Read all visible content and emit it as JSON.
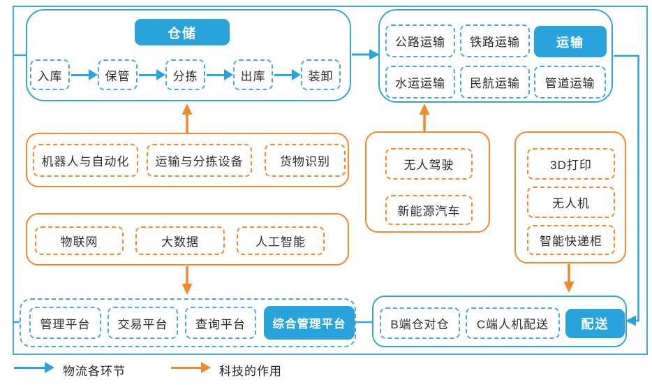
{
  "colors": {
    "blue": "#29a3db",
    "orange": "#f0882c",
    "text": "#2b2b2b"
  },
  "warehouse": {
    "title": "仓储",
    "steps": [
      "入库",
      "保管",
      "分拣",
      "出库",
      "装卸"
    ]
  },
  "transport": {
    "title": "运输",
    "modes": [
      "公路运输",
      "铁路运输",
      "水运运输",
      "民航运输",
      "管道运输"
    ]
  },
  "warehouse_tech": [
    "机器人与自动化",
    "运输与分拣设备",
    "货物识别"
  ],
  "transport_tech": [
    "无人驾驶",
    "新能源汽车"
  ],
  "delivery_tech": [
    "3D打印",
    "无人机",
    "智能快递柜"
  ],
  "data_tech": [
    "物联网",
    "大数据",
    "人工智能"
  ],
  "platforms": {
    "title": "综合管理平台",
    "items": [
      "管理平台",
      "交易平台",
      "查询平台"
    ]
  },
  "delivery": {
    "title": "配送",
    "items": [
      "B端仓对仓",
      "C端人机配送"
    ]
  },
  "legend": {
    "logistics": "物流各环节",
    "technology": "科技的作用"
  }
}
